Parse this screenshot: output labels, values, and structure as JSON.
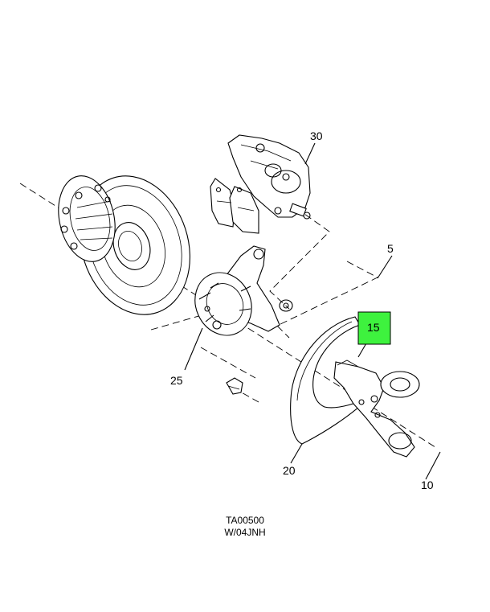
{
  "callouts": {
    "c30": "30",
    "c5": "5",
    "c15": "15",
    "c25": "25",
    "c20": "20",
    "c10": "10"
  },
  "highlight_color": "#3ef23e",
  "caption": {
    "line1": "TA00500",
    "line2": "W/04JNH"
  }
}
